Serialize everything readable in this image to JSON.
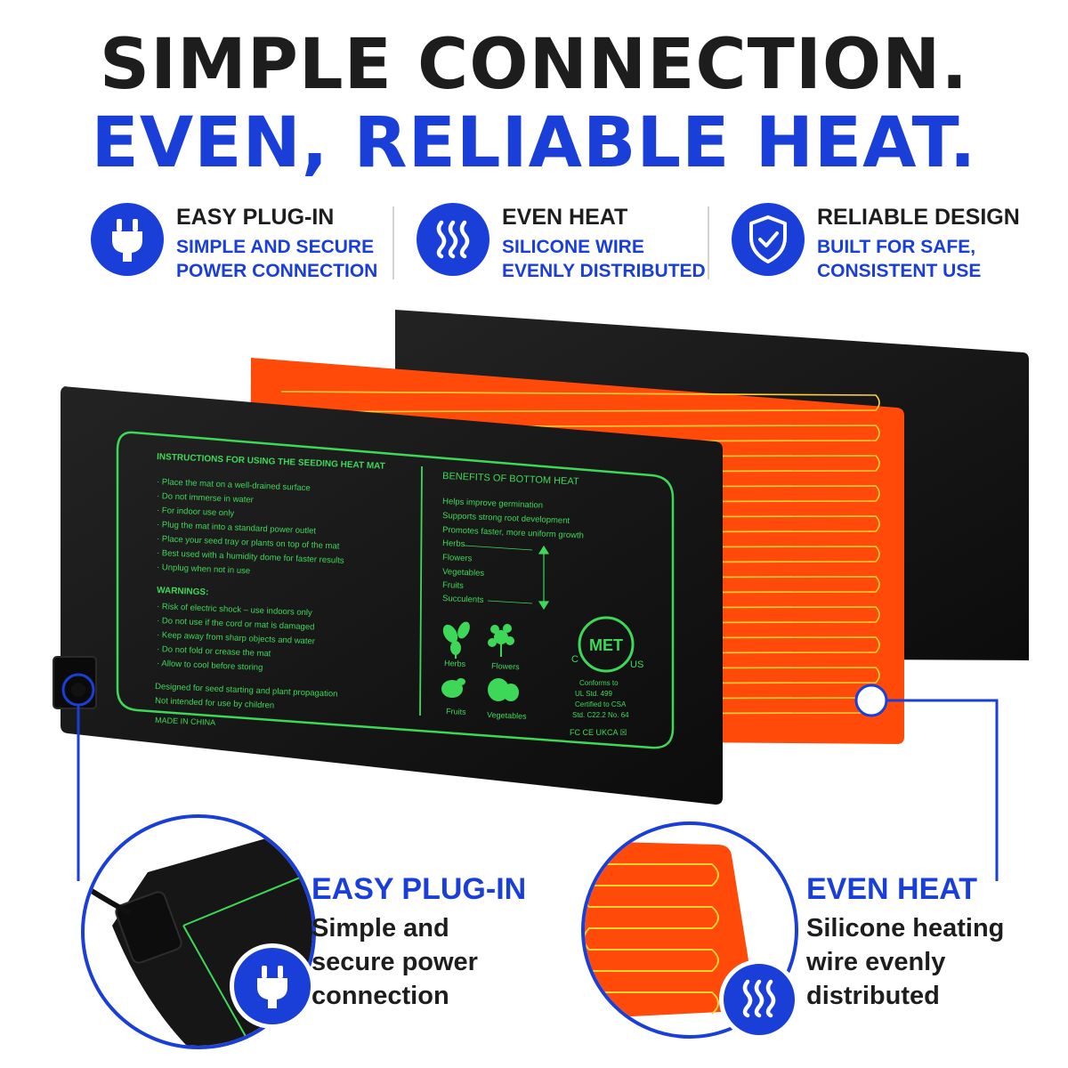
{
  "headline": {
    "line1": "SIMPLE CONNECTION.",
    "line2": "EVEN, RELIABLE HEAT."
  },
  "features": [
    {
      "icon": "plug-icon",
      "title": "EASY PLUG-IN",
      "sub1": "SIMPLE AND SECURE",
      "sub2": "POWER CONNECTION"
    },
    {
      "icon": "heat-waves-icon",
      "title": "EVEN HEAT",
      "sub1": "SILICONE WIRE",
      "sub2": "EVENLY DISTRIBUTED"
    },
    {
      "icon": "shield-check-icon",
      "title": "RELIABLE DESIGN",
      "sub1": "BUILT FOR SAFE,",
      "sub2": "CONSISTENT USE"
    }
  ],
  "mat_label": {
    "instructions_title": "INSTRUCTIONS FOR USING THE SEEDING HEAT MAT",
    "instructions": [
      "· Place the mat on a well-drained surface",
      "· Do not immerse in water",
      "· For indoor use only",
      "· Plug the mat into a standard power outlet",
      "· Place your seed tray or plants on top of the mat",
      "· Best used with a humidity dome for faster results",
      "· Unplug when not in use"
    ],
    "warnings_title": "WARNINGS:",
    "warnings": [
      "· Risk of electric shock – use indoors only",
      "· Do not use if the cord or mat is damaged",
      "· Keep away from sharp objects and water",
      "· Do not fold or crease the mat",
      "· Allow to cool before storing"
    ],
    "designed_1": "Designed for seed starting and plant propagation",
    "designed_2": "Not intended for use by children",
    "made_in": "MADE IN CHINA",
    "benefits_title": "BENEFITS OF BOTTOM HEAT",
    "benefits": [
      "Helps improve germination",
      "Supports strong root development",
      "Promotes faster, more uniform growth"
    ],
    "plants": [
      "Herbs",
      "Flowers",
      "Vegetables",
      "Fruits",
      "Succulents"
    ],
    "icon_labels": [
      "Herbs",
      "Flowers",
      "Fruits",
      "Vegetables"
    ],
    "met_mark": "MET",
    "met_c": "C",
    "met_us": "US",
    "conformity": [
      "Conforms to",
      "UL Std. 499",
      "Certified to CSA",
      "Std. C22.2 No. 64"
    ],
    "cert_marks": "FC CE UKCA ☒"
  },
  "callouts": [
    {
      "title": "EASY PLUG-IN",
      "lines": [
        "Simple and",
        "secure power",
        "connection"
      ],
      "icon": "plug-icon"
    },
    {
      "title": "EVEN HEAT",
      "lines": [
        "Silicone heating",
        "wire evenly",
        "distributed"
      ],
      "icon": "heat-waves-icon"
    }
  ],
  "colors": {
    "brand_blue": "#1a3fd8",
    "heading_dark": "#1d1d1d",
    "mat_black": "#141414",
    "heater_orange": "#ff4a0a",
    "wire_yellow": "#ffd23a",
    "label_green": "#3ed858"
  }
}
